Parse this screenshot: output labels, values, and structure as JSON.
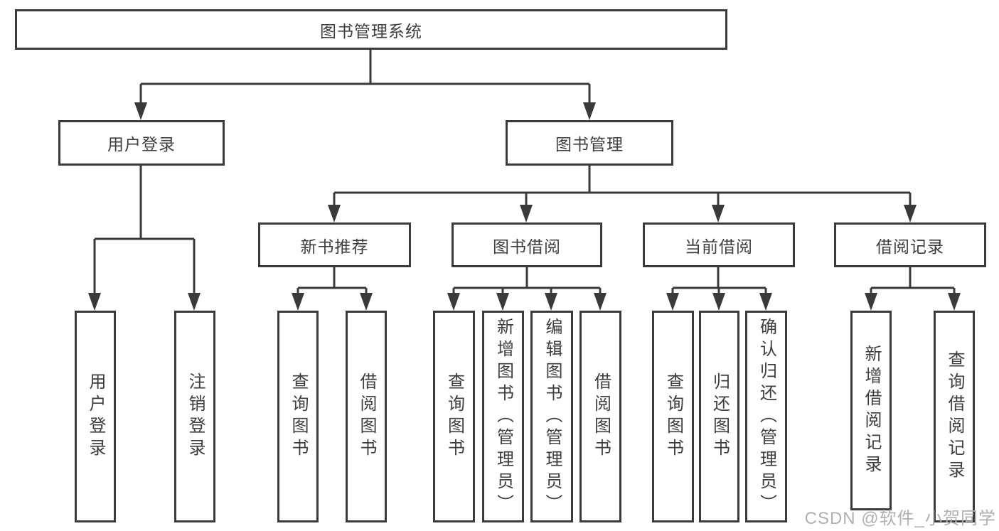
{
  "colors": {
    "line": "#3a3a3a",
    "text": "#3e3e3e",
    "watermark": "#b0b0b0",
    "background": "#ffffff"
  },
  "tree": {
    "label": "图书管理系统",
    "children": [
      {
        "label": "用户登录",
        "children": [
          {
            "label": "用户登录"
          },
          {
            "label": "注销登录"
          }
        ]
      },
      {
        "label": "图书管理",
        "children": [
          {
            "label": "新书推荐",
            "children": [
              {
                "label": "查询图书"
              },
              {
                "label": "借阅图书"
              }
            ]
          },
          {
            "label": "图书借阅",
            "children": [
              {
                "label": "查询图书"
              },
              {
                "label": "新增图书（管理员）"
              },
              {
                "label": "编辑图书（管理员）"
              },
              {
                "label": "借阅图书"
              }
            ]
          },
          {
            "label": "当前借阅",
            "children": [
              {
                "label": "查询图书"
              },
              {
                "label": "归还图书"
              },
              {
                "label": "确认归还（管理员）"
              }
            ]
          },
          {
            "label": "借阅记录",
            "children": [
              {
                "label": "新增借阅记录"
              },
              {
                "label": "查询借阅记录"
              }
            ]
          }
        ]
      }
    ]
  },
  "watermark": {
    "text": "CSDN @软件_小贺同学"
  }
}
